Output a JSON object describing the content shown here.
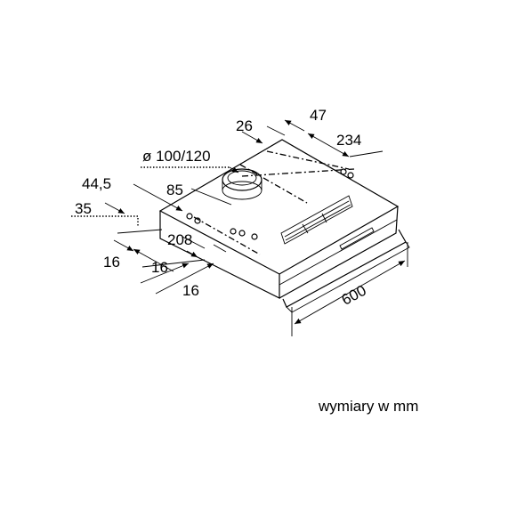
{
  "dimensions": {
    "duct_diameter": "ø 100/120",
    "d26": "26",
    "d47": "47",
    "d234": "234",
    "d44_5": "44,5",
    "d85": "85",
    "d35": "35",
    "d208": "208",
    "d16_a": "16",
    "d16_b": "16",
    "d16_c": "16",
    "d600": "600"
  },
  "caption": "wymiary w mm"
}
